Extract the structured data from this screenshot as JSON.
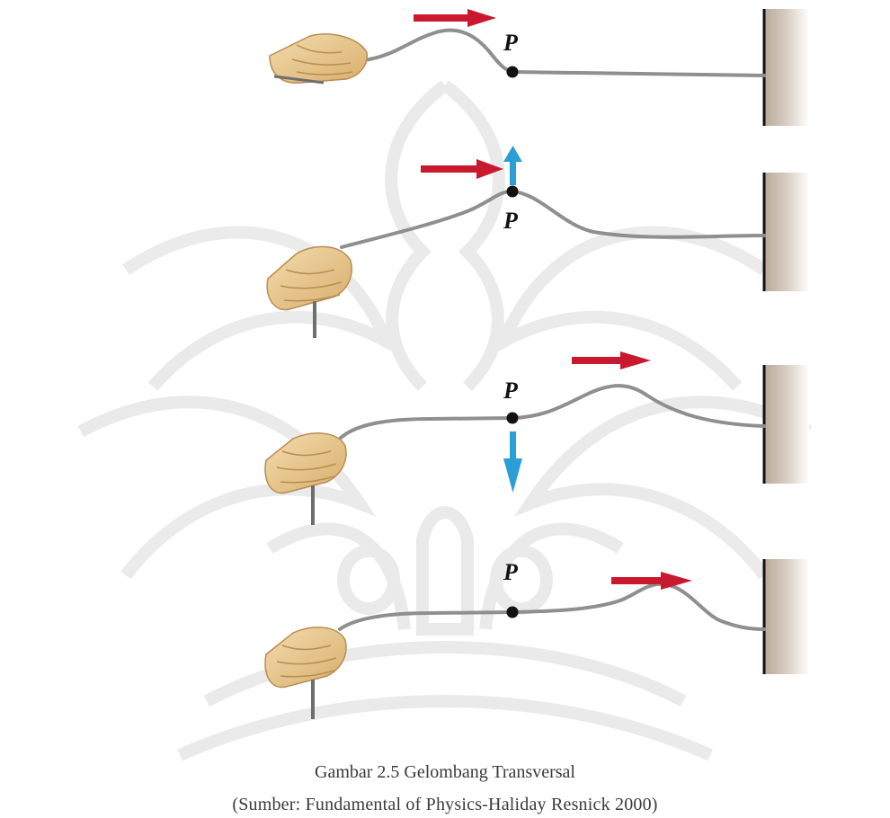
{
  "figure": {
    "point_label": "P",
    "caption_title": "Gambar 2.5 Gelombang Transversal",
    "caption_source": "(Sumber: Fundamental of Physics-Haliday Resnick 2000)",
    "panel_count": 4
  },
  "colors": {
    "pulse_arrow": "#c8192e",
    "particle_arrow": "#2a9fd6",
    "string": "#8f8f8f",
    "wall": "#c9bdb2",
    "skin": "#e9c891",
    "watermark": "#d9d9d9"
  },
  "panels": [
    {
      "name": "panel-1",
      "particle_motion": "none"
    },
    {
      "name": "panel-2",
      "particle_motion": "up"
    },
    {
      "name": "panel-3",
      "particle_motion": "down"
    },
    {
      "name": "panel-4",
      "particle_motion": "none"
    }
  ]
}
